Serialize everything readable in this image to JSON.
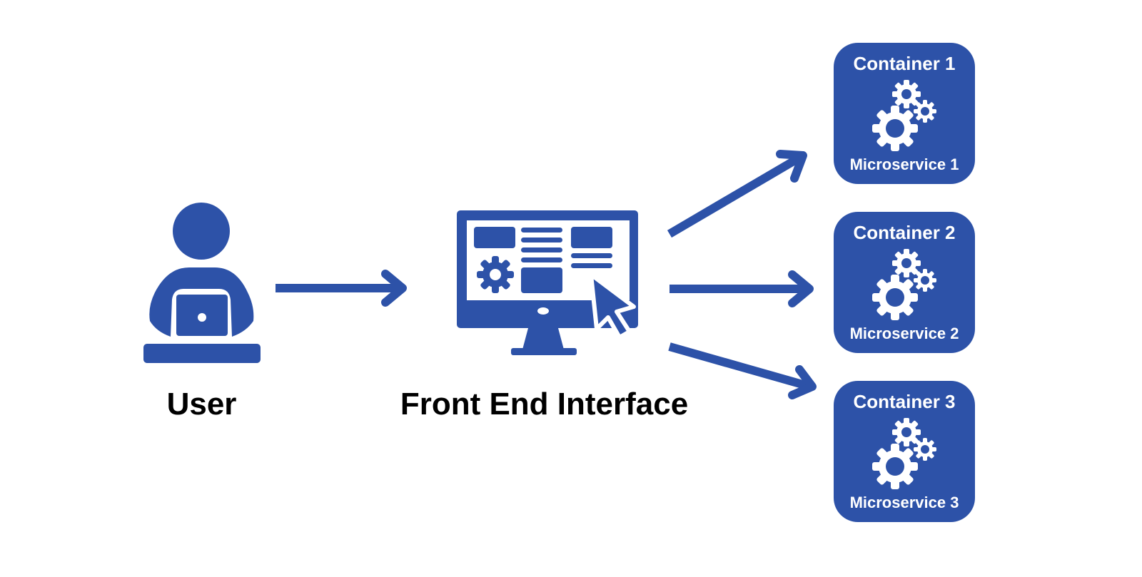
{
  "diagram": {
    "accent_color": "#2d52a8",
    "nodes": {
      "user": {
        "label": "User",
        "icon": "user-laptop-icon"
      },
      "frontend": {
        "label": "Front End Interface",
        "icon": "monitor-dashboard-icon"
      },
      "containers": [
        {
          "title": "Container 1",
          "service": "Microservice 1",
          "icon": "gears-icon"
        },
        {
          "title": "Container 2",
          "service": "Microservice 2",
          "icon": "gears-icon"
        },
        {
          "title": "Container 3",
          "service": "Microservice 3",
          "icon": "gears-icon"
        }
      ]
    },
    "edges": [
      {
        "from": "User",
        "to": "Front End Interface"
      },
      {
        "from": "Front End Interface",
        "to": "Container 1"
      },
      {
        "from": "Front End Interface",
        "to": "Container 2"
      },
      {
        "from": "Front End Interface",
        "to": "Container 3"
      }
    ]
  }
}
